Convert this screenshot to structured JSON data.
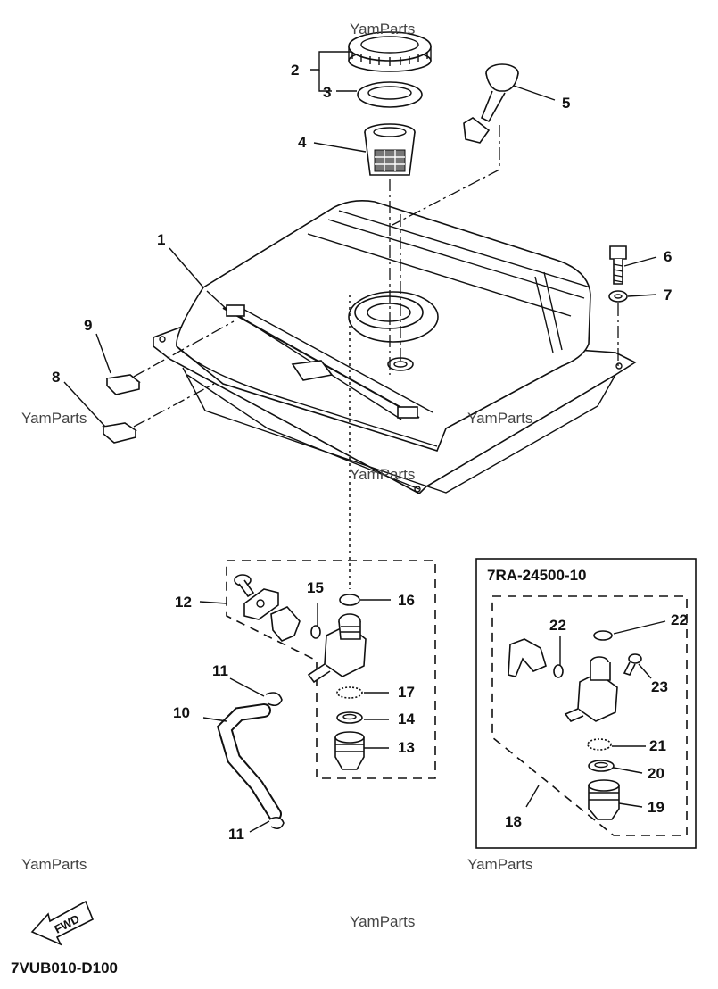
{
  "diagram_code": "7VUB010-D100",
  "assembly_code": "7RA-24500-10",
  "fwd_label": "FWD",
  "watermark": "YamParts",
  "callouts": {
    "c1": "1",
    "c2": "2",
    "c3": "3",
    "c4": "4",
    "c5": "5",
    "c6": "6",
    "c7": "7",
    "c8": "8",
    "c9": "9",
    "c10": "10",
    "c11a": "11",
    "c11b": "11",
    "c12": "12",
    "c13": "13",
    "c14": "14",
    "c15": "15",
    "c16": "16",
    "c17": "17",
    "c18": "18",
    "c19": "19",
    "c20": "20",
    "c21": "21",
    "c22a": "22",
    "c22b": "22",
    "c23": "23"
  }
}
